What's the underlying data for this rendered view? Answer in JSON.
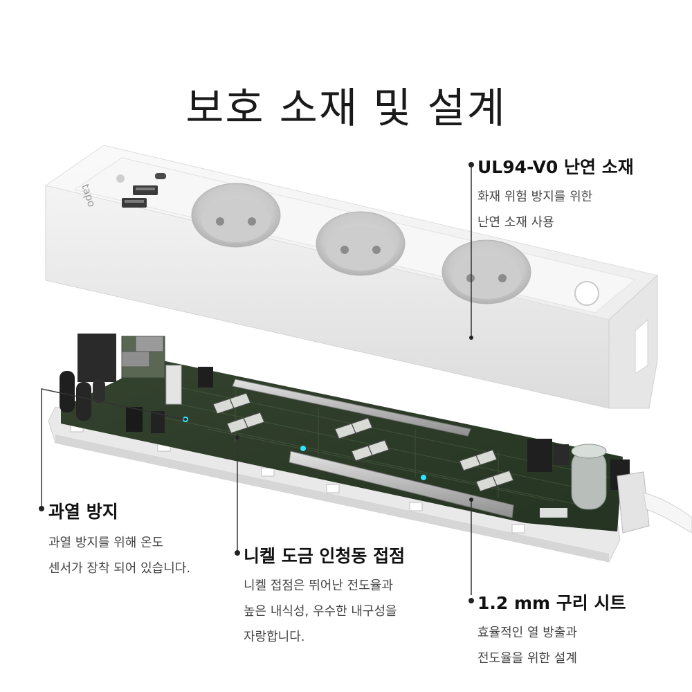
{
  "page": {
    "title": "보호 소재 및 설계"
  },
  "product": {
    "brand_logo": "tapo",
    "socket_count": 3,
    "usb_ports": [
      "USB-C",
      "USB-A",
      "USB-A"
    ],
    "colors": {
      "housing": "#f3f3f3",
      "pcb": "#2c3a28",
      "copper_strip": "#b9b9b9",
      "accent_led": "#2ee6ff"
    }
  },
  "callouts": {
    "flame_retardant": {
      "heading": "UL94-V0 난연 소재",
      "lines": [
        "화재 위험 방지를 위한",
        "난연 소재 사용"
      ]
    },
    "overheat": {
      "heading": "과열 방지",
      "lines": [
        "과열 방지를 위해 온도",
        "센서가 장착 되어 있습니다."
      ]
    },
    "nickel_contact": {
      "heading": "니켈 도금 인청동 접점",
      "lines": [
        "니켈 접점은 뛰어난 전도율과",
        "높은 내식성, 우수한 내구성을",
        "자랑합니다."
      ]
    },
    "copper_sheet": {
      "heading": "1.2 mm 구리 시트",
      "lines": [
        "효율적인 열 방출과",
        "전도율을 위한 설계"
      ]
    }
  }
}
